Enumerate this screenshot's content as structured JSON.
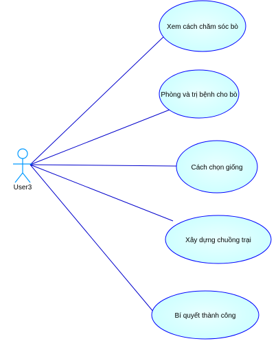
{
  "diagram": {
    "actor": {
      "name": "User3"
    },
    "use_cases": [
      {
        "label": "Xem cách chăm sóc bò"
      },
      {
        "label": "Phòng và trị bệnh cho bò"
      },
      {
        "label": "Cách chọn giống"
      },
      {
        "label": "Xây dựng chuồng trại"
      },
      {
        "label": "Bí quyết thành công"
      }
    ]
  },
  "colors": {
    "ellipse_fill": "#ccffff",
    "ellipse_fill_center": "#e9ffff",
    "ellipse_stroke": "#0000ff",
    "line": "#0000cc",
    "actor_stroke": "#0099ff"
  }
}
